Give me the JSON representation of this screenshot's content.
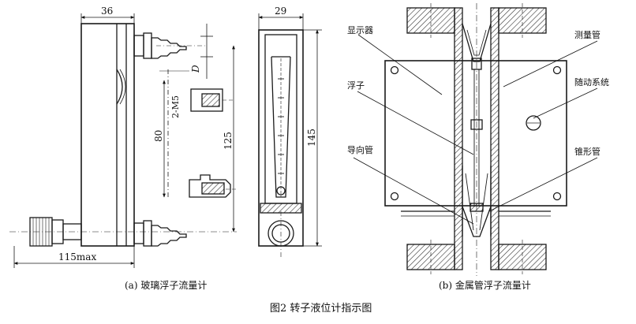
{
  "figure": {
    "caption": "图2   转子液位计指示图"
  },
  "panel_a": {
    "caption": "(a) 玻璃浮子流量计",
    "dims": {
      "front_width": "36",
      "side_width": "29",
      "thread": "2-M5",
      "spacing_80": "80",
      "spacing_125": "125",
      "height_145": "145",
      "diameter": "D",
      "max_length": "115max"
    }
  },
  "panel_b": {
    "caption": "(b) 金属管浮子流量计",
    "labels": {
      "display": "显示器",
      "measure_tube": "测量管",
      "float": "浮子",
      "follower": "随动系统",
      "guide_tube": "导向管",
      "cone_tube": "锥形管"
    }
  },
  "colors": {
    "line": "#1a1a1a",
    "hatch": "#333333",
    "background": "#ffffff"
  }
}
